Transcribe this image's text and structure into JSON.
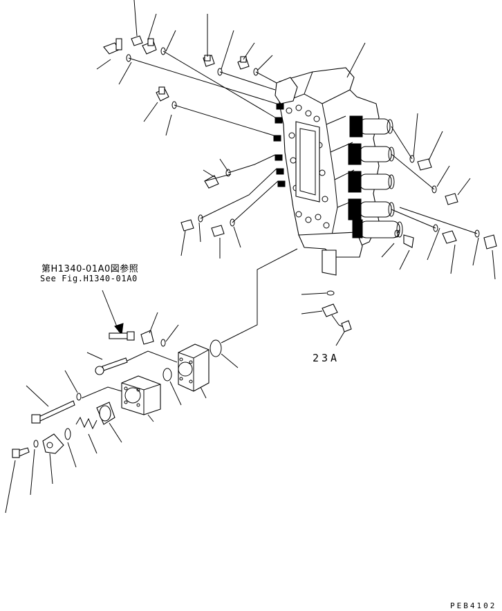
{
  "drawing": {
    "reference_japanese": "第H1340-01A0図参照",
    "reference_english": "See Fig.H1340-01A0",
    "callout": "23A",
    "drawing_number": "PEB4102"
  }
}
